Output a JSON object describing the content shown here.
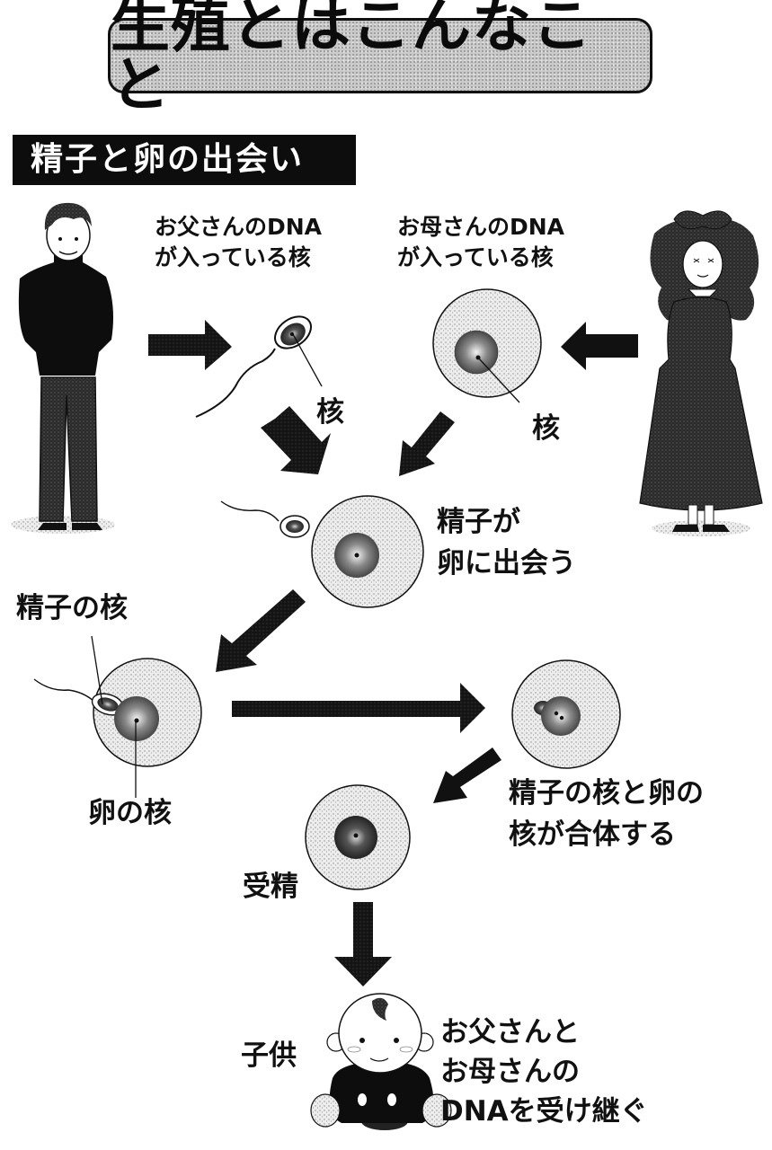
{
  "title": "生殖とはこんなこと",
  "section_heading": "精子と卵の出会い",
  "figures": {
    "father": "father-figure",
    "mother": "mother-figure",
    "child": "child-figure"
  },
  "labels": {
    "father_dna_line1": "お父さんのDNA",
    "father_dna_line2": "が入っている核",
    "mother_dna_line1": "お母さんのDNA",
    "mother_dna_line2": "が入っている核",
    "sperm_nucleus": "核",
    "egg_nucleus": "核",
    "meet_line1": "精子が",
    "meet_line2": "卵に出会う",
    "sperm_nucleus_label": "精子の核",
    "egg_nucleus_label": "卵の核",
    "fuse_line1": "精子の核と卵の",
    "fuse_line2": "核が合体する",
    "fertilization": "受精",
    "child": "子供",
    "inherit_line1": "お父さんと",
    "inherit_line2": "お母さんの",
    "inherit_line3": "DNAを受け継ぐ"
  },
  "flow_steps": [
    "精子と卵の出会い",
    "精子が卵に出会う",
    "精子の核と卵の核が合体する",
    "受精",
    "子供"
  ],
  "colors": {
    "ink": "#111111",
    "cytoplasm": "#e4e4e4",
    "nucleus": "#6a6a6a",
    "title_fill": "#c9c9c9",
    "section_bg": "#0d0d0d"
  }
}
